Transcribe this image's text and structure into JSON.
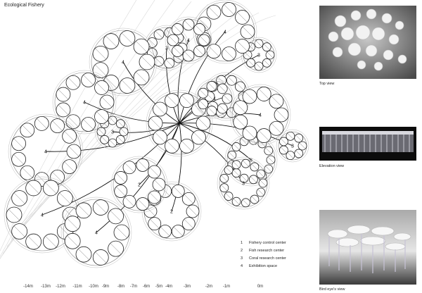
{
  "title": "Ecological Fishery",
  "views": {
    "top": "Top view",
    "elevation": "Elevation  view",
    "birdseye": "Bird eye's view"
  },
  "legend": [
    {
      "num": "1",
      "label": "Fishery control center"
    },
    {
      "num": "2",
      "label": "Fish research center"
    },
    {
      "num": "3",
      "label": "Coral research center"
    },
    {
      "num": "4",
      "label": "Exhibition space"
    }
  ],
  "depth_axis": [
    "-14m",
    "-13m",
    "-12m",
    "-11m",
    "-10m",
    "-9m",
    "-8m",
    "-7m",
    "-6m",
    "-5m",
    "-4m",
    "-3m",
    "-2m",
    "-1m",
    "0m"
  ],
  "cluster_labels": [
    "1",
    "2",
    "2",
    "3",
    "3",
    "3",
    "3",
    "3",
    "3",
    "3",
    "4",
    "4",
    "4",
    "4",
    "4",
    "4",
    "4",
    "4",
    "4"
  ]
}
